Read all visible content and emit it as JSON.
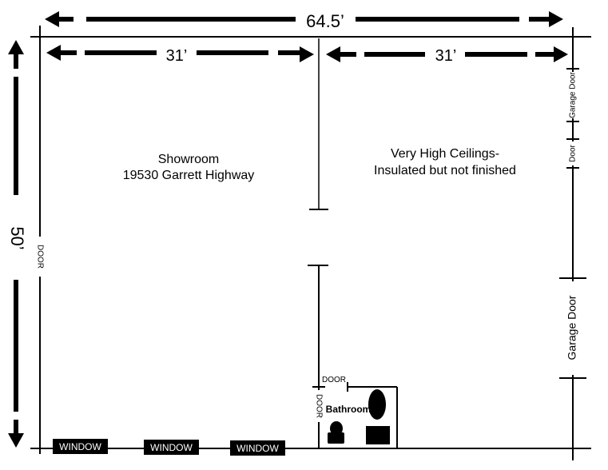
{
  "dimensions": {
    "total_width": "64.5’",
    "left_width": "31’",
    "right_width": "31’",
    "height": "50’"
  },
  "rooms": {
    "showroom_title": "Showroom",
    "showroom_address": "19530 Garrett Highway",
    "right_line1": "Very High Ceilings-",
    "right_line2": "Insulated but not finished",
    "bathroom": "Bathroom"
  },
  "openings": {
    "left_door": "DOOR",
    "garage_door_top": "Garage Door",
    "right_door": "Door",
    "garage_door_main": "Garage Door",
    "bath_door_top": "DOOR",
    "bath_door_side": "DOOR",
    "window_1": "WINDOW",
    "window_2": "WINDOW",
    "window_3": "WINDOW"
  }
}
